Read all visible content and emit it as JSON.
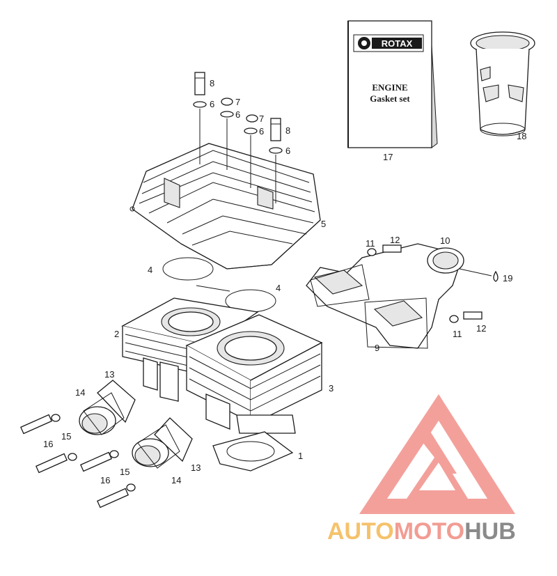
{
  "booklet": {
    "brand": "ROTAX",
    "title_line1": "ENGINE",
    "title_line2": "Gasket set"
  },
  "callouts": {
    "c1": "1",
    "c2": "2",
    "c3": "3",
    "c4a": "4",
    "c4b": "4",
    "c5": "5",
    "c6a": "6",
    "c6b": "6",
    "c6c": "6",
    "c6d": "6",
    "c7a": "7",
    "c7b": "7",
    "c8a": "8",
    "c8b": "8",
    "c9": "9",
    "c10": "10",
    "c11a": "11",
    "c11b": "11",
    "c12a": "12",
    "c12b": "12",
    "c13a": "13",
    "c13b": "13",
    "c14a": "14",
    "c14b": "14",
    "c15a": "15",
    "c15b": "15",
    "c16a": "16",
    "c16b": "16",
    "c17": "17",
    "c18": "18",
    "c19": "19"
  },
  "watermark": {
    "part1": "AUTO",
    "part2": "MOTO",
    "part3": "HUB",
    "color_auto": "#f5c26b",
    "color_moto": "#f29c93",
    "color_hub": "#8a8a8a",
    "logo_color": "#f2908a"
  }
}
